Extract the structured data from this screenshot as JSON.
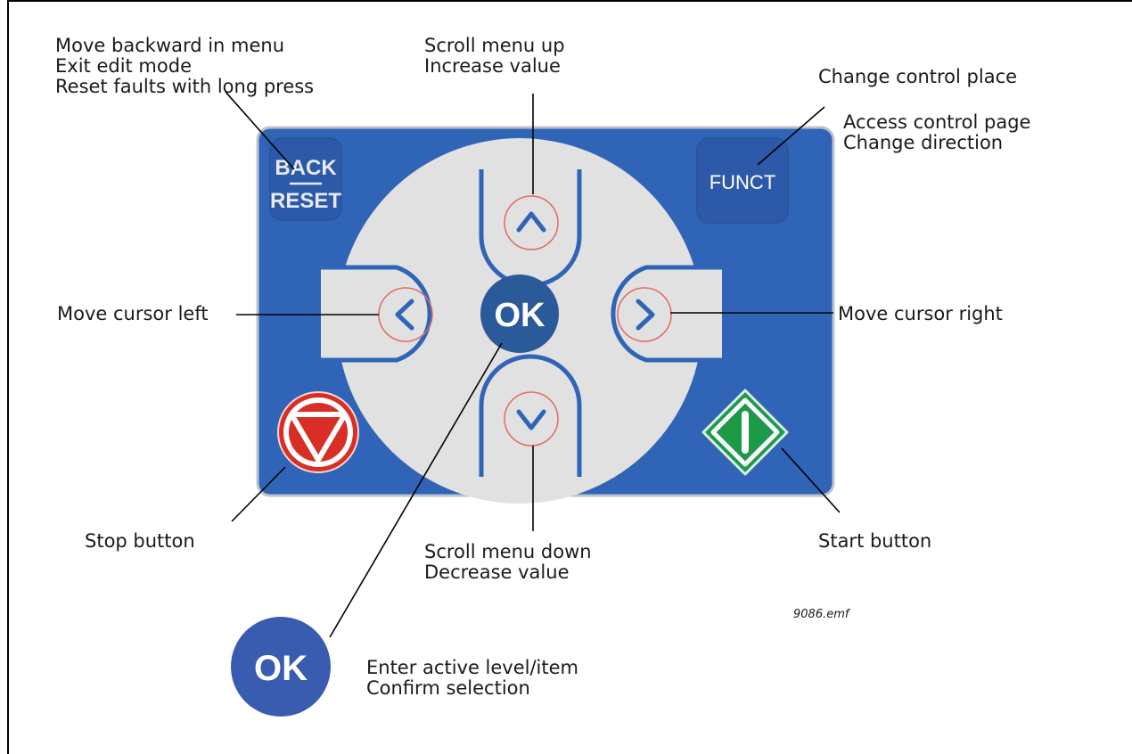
{
  "colors": {
    "panel_blue": "#2f64b6",
    "panel_border": "#bcc3cf",
    "disc": "#e1e1e1",
    "ok_blue": "#2a5a9a",
    "ring_red": "#e06b62",
    "stop_red": "#d82e26",
    "start_green": "#1d9a48"
  },
  "keypad": {
    "back_top": "BACK",
    "back_bottom": "RESET",
    "funct": "FUNCT",
    "ok": "OK"
  },
  "labels": {
    "back": [
      "Move backward in menu",
      "Exit edit mode",
      "Reset faults with long press"
    ],
    "up": [
      "Scroll menu up",
      "Increase value"
    ],
    "funct_place": "Change control place",
    "funct_more": [
      "Access control page",
      "Change direction"
    ],
    "left": "Move cursor left",
    "right": "Move cursor right",
    "stop": "Stop button",
    "down": [
      "Scroll menu down",
      "Decrease value"
    ],
    "start": "Start button",
    "ok_legend": [
      "Enter active level/item",
      "Confirm selection"
    ]
  },
  "figure_id": "9086.emf"
}
